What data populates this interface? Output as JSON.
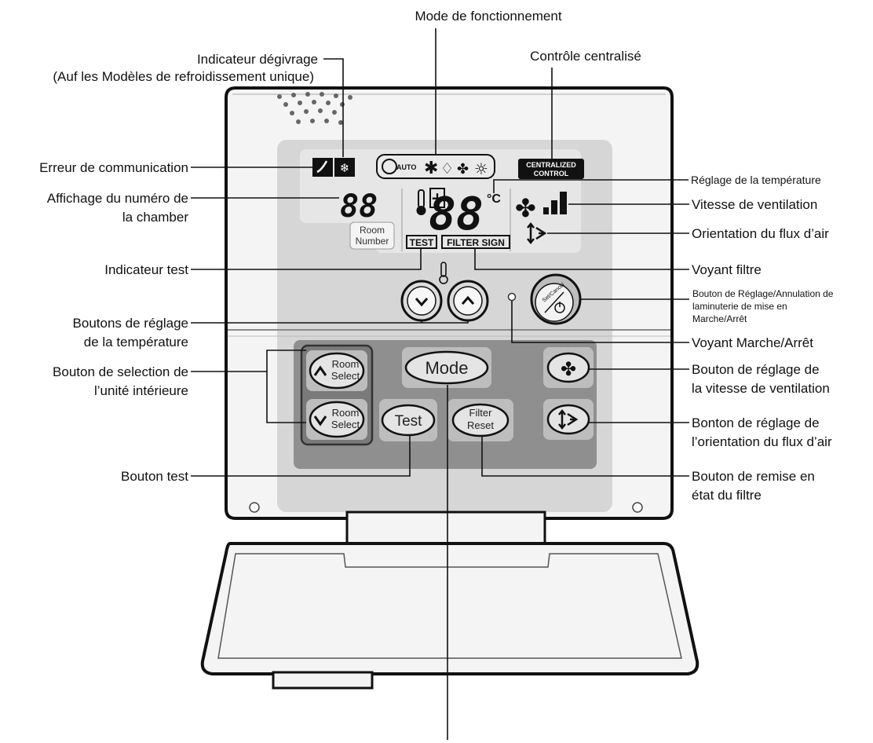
{
  "labels": {
    "mode_de_fonctionnement": "Mode de fonctionnement",
    "indicateur_degivrage": "Indicateur dégivrage",
    "auf_modeles": "(Auf les Modèles de refroidissement unique)",
    "controle_centralise": "Contrôle centralisé",
    "erreur_communication": "Erreur de communication",
    "affichage_numero_1": "Affichage du numéro de",
    "affichage_numero_2": "la chamber",
    "reglage_temperature": "Réglage de la température",
    "vitesse_ventilation": "Vitesse de ventilation",
    "orientation_flux": "Orientation du flux d’air",
    "indicateur_test": "Indicateur test",
    "voyant_filtre": "Voyant filtre",
    "bouton_reglage_annulation_1": "Bouton de Réglage/Annulation de",
    "bouton_reglage_annulation_2": "laminuterie de mise en",
    "bouton_reglage_annulation_3": "Marche/Arrêt",
    "boutons_reglage_temp_1": "Boutons de réglage",
    "boutons_reglage_temp_2": "de la température",
    "voyant_marche_arret": "Voyant Marche/Arrêt",
    "bouton_selection_1": "Bouton de selection de",
    "bouton_selection_2": "l’unité intérieure",
    "bouton_vitesse_1": "Bouton de réglage de",
    "bouton_vitesse_2": "la vitesse de ventilation",
    "bonton_orientation_1": "Bonton de réglage de",
    "bonton_orientation_2": "l’orientation du flux d’air",
    "bouton_test": "Bouton test",
    "bouton_remise_1": "Bouton de remise en",
    "bouton_remise_2": "état du filtre"
  },
  "device": {
    "lcd": {
      "room_digits": "88",
      "temp_digits": "88",
      "celsius": "°C",
      "plus_sign": "+",
      "room_label_1": "Room",
      "room_label_2": "Number",
      "test": "TEST",
      "filter_sign": "FILTER SIGN",
      "centralized_1": "CENTRALIZED",
      "centralized_2": "CONTROL",
      "auto": "AUTO"
    },
    "buttons": {
      "room_select_1": "Room",
      "room_select_2": "Select",
      "mode": "Mode",
      "test": "Test",
      "filter_1": "Filter",
      "filter_2": "Reset",
      "set_cancel": "Set/Cancel"
    }
  },
  "colors": {
    "panel_light": "#e9e9e9",
    "panel_mid": "#cfcfcf",
    "panel_dark": "#8d8d8d",
    "lcd": "#e3e3e3",
    "ink": "#111111"
  }
}
